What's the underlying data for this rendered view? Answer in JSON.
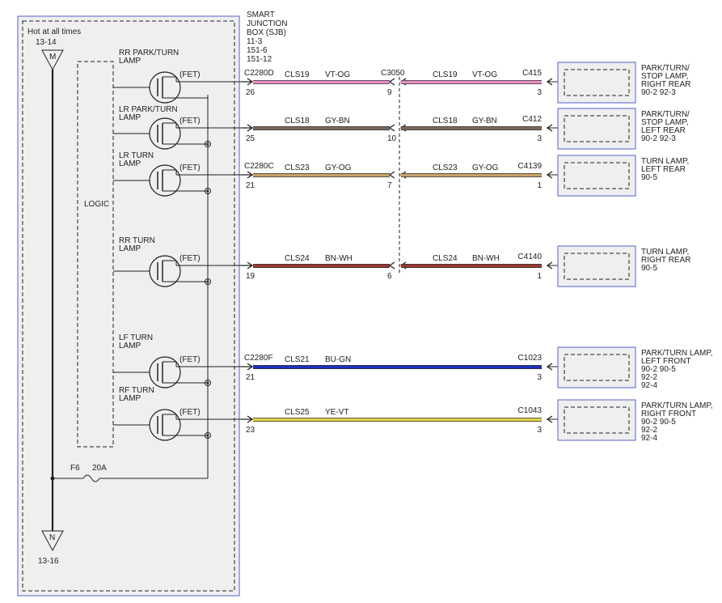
{
  "sjb": {
    "title_lines": [
      "SMART",
      "JUNCTION",
      "BOX (SJB)",
      "11-3",
      "151-6",
      "151-12"
    ],
    "hot_label": "Hot at all times",
    "top_ref": "13-14",
    "top_pin": "M",
    "bottom_ref": "13-16",
    "bottom_pin": "N",
    "logic_label": "LOGIC",
    "fuse_name": "F6",
    "fuse_rating": "20A"
  },
  "fets": [
    {
      "label_lines": [
        "RR PARK/TURN",
        "LAMP"
      ],
      "fet": "(FET)"
    },
    {
      "label_lines": [
        "LR PARK/TURN",
        "LAMP"
      ],
      "fet": "(FET)"
    },
    {
      "label_lines": [
        "LR TURN",
        "LAMP"
      ],
      "fet": "(FET)"
    },
    {
      "label_lines": [
        "RR TURN",
        "LAMP"
      ],
      "fet": "(FET)"
    },
    {
      "label_lines": [
        "LF TURN",
        "LAMP"
      ],
      "fet": "(FET)"
    },
    {
      "label_lines": [
        "RF TURN",
        "LAMP"
      ],
      "fet": "(FET)"
    }
  ],
  "circuits": [
    {
      "sjb_conn": "C2280D",
      "sjb_pin": "26",
      "circuit": "CLS19",
      "color": "VT-OG",
      "mid_conn": "C3050",
      "mid_pin": "9",
      "circuit2": "CLS19",
      "color2": "VT-OG",
      "load_conn": "C415",
      "load_pin": "3",
      "load_lines": [
        "PARK/TURN/",
        "STOP LAMP,",
        "RIGHT REAR"
      ],
      "refs": [
        "90-2   92-3"
      ],
      "wire_hex": "#e88fc4"
    },
    {
      "sjb_conn": "",
      "sjb_pin": "25",
      "circuit": "CLS18",
      "color": "GY-BN",
      "mid_conn": "",
      "mid_pin": "10",
      "circuit2": "CLS18",
      "color2": "GY-BN",
      "load_conn": "C412",
      "load_pin": "3",
      "load_lines": [
        "PARK/TURN/",
        "STOP LAMP,",
        "LEFT REAR"
      ],
      "refs": [
        "90-2   92-3"
      ],
      "wire_hex": "#7d6a5c"
    },
    {
      "sjb_conn": "C2280C",
      "sjb_pin": "21",
      "circuit": "CLS23",
      "color": "GY-OG",
      "mid_conn": "",
      "mid_pin": "7",
      "circuit2": "CLS23",
      "color2": "GY-OG",
      "load_conn": "C4139",
      "load_pin": "1",
      "load_lines": [
        "TURN LAMP,",
        "LEFT REAR"
      ],
      "refs": [
        "90-5"
      ],
      "wire_hex": "#c8a26a"
    },
    {
      "sjb_conn": "",
      "sjb_pin": "19",
      "circuit": "CLS24",
      "color": "BN-WH",
      "mid_conn": "",
      "mid_pin": "6",
      "circuit2": "CLS24",
      "color2": "BN-WH",
      "load_conn": "C4140",
      "load_pin": "1",
      "load_lines": [
        "TURN LAMP,",
        "RIGHT REAR"
      ],
      "refs": [
        "90-5"
      ],
      "wire_hex": "#9a3b2e"
    },
    {
      "sjb_conn": "C2280F",
      "sjb_pin": "21",
      "circuit": "CLS21",
      "color": "BU-GN",
      "mid_conn": "",
      "mid_pin": "",
      "circuit2": "",
      "color2": "",
      "load_conn": "C1023",
      "load_pin": "3",
      "load_lines": [
        "PARK/TURN LAMP,",
        "LEFT FRONT"
      ],
      "refs": [
        "90-2      90-5",
        "92-2",
        "92-4"
      ],
      "wire_hex": "#1c2fbf"
    },
    {
      "sjb_conn": "",
      "sjb_pin": "23",
      "circuit": "CLS25",
      "color": "YE-VT",
      "mid_conn": "",
      "mid_pin": "",
      "circuit2": "",
      "color2": "",
      "load_conn": "C1043",
      "load_pin": "3",
      "load_lines": [
        "PARK/TURN LAMP,",
        "RIGHT FRONT"
      ],
      "refs": [
        "90-2      90-5",
        "92-2",
        "92-4"
      ],
      "wire_hex": "#e3d24a"
    }
  ],
  "colors": {
    "frame": "#5560c8",
    "box_fill": "#efefef",
    "line": "#222222"
  }
}
